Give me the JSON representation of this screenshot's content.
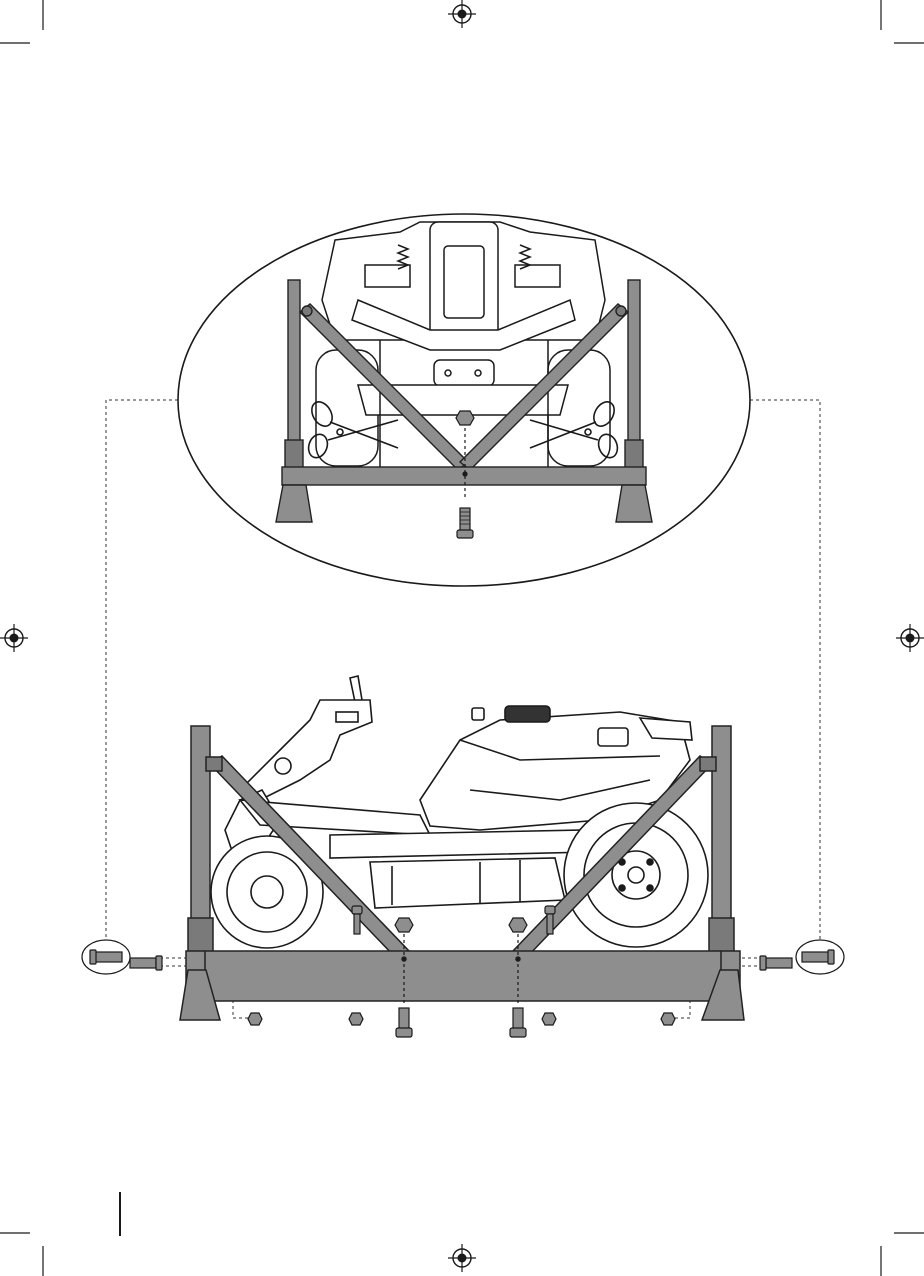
{
  "page": {
    "background": "#ffffff",
    "ink_color": "#1a1a1a",
    "frame_fill": "#8e8e8e",
    "frame_fill_dark": "#7a7a7a",
    "frame_stroke": "#222222"
  },
  "marks": {
    "registration_marks": [
      "registration-mark-top",
      "registration-mark-left",
      "registration-mark-right",
      "registration-mark-bottom"
    ],
    "crop_marks": true
  },
  "detail_view": {
    "shape": "ellipse",
    "subject": "mower-front-view-in-frame"
  },
  "main_view": {
    "subject": "mower-side-view-in-frame"
  }
}
